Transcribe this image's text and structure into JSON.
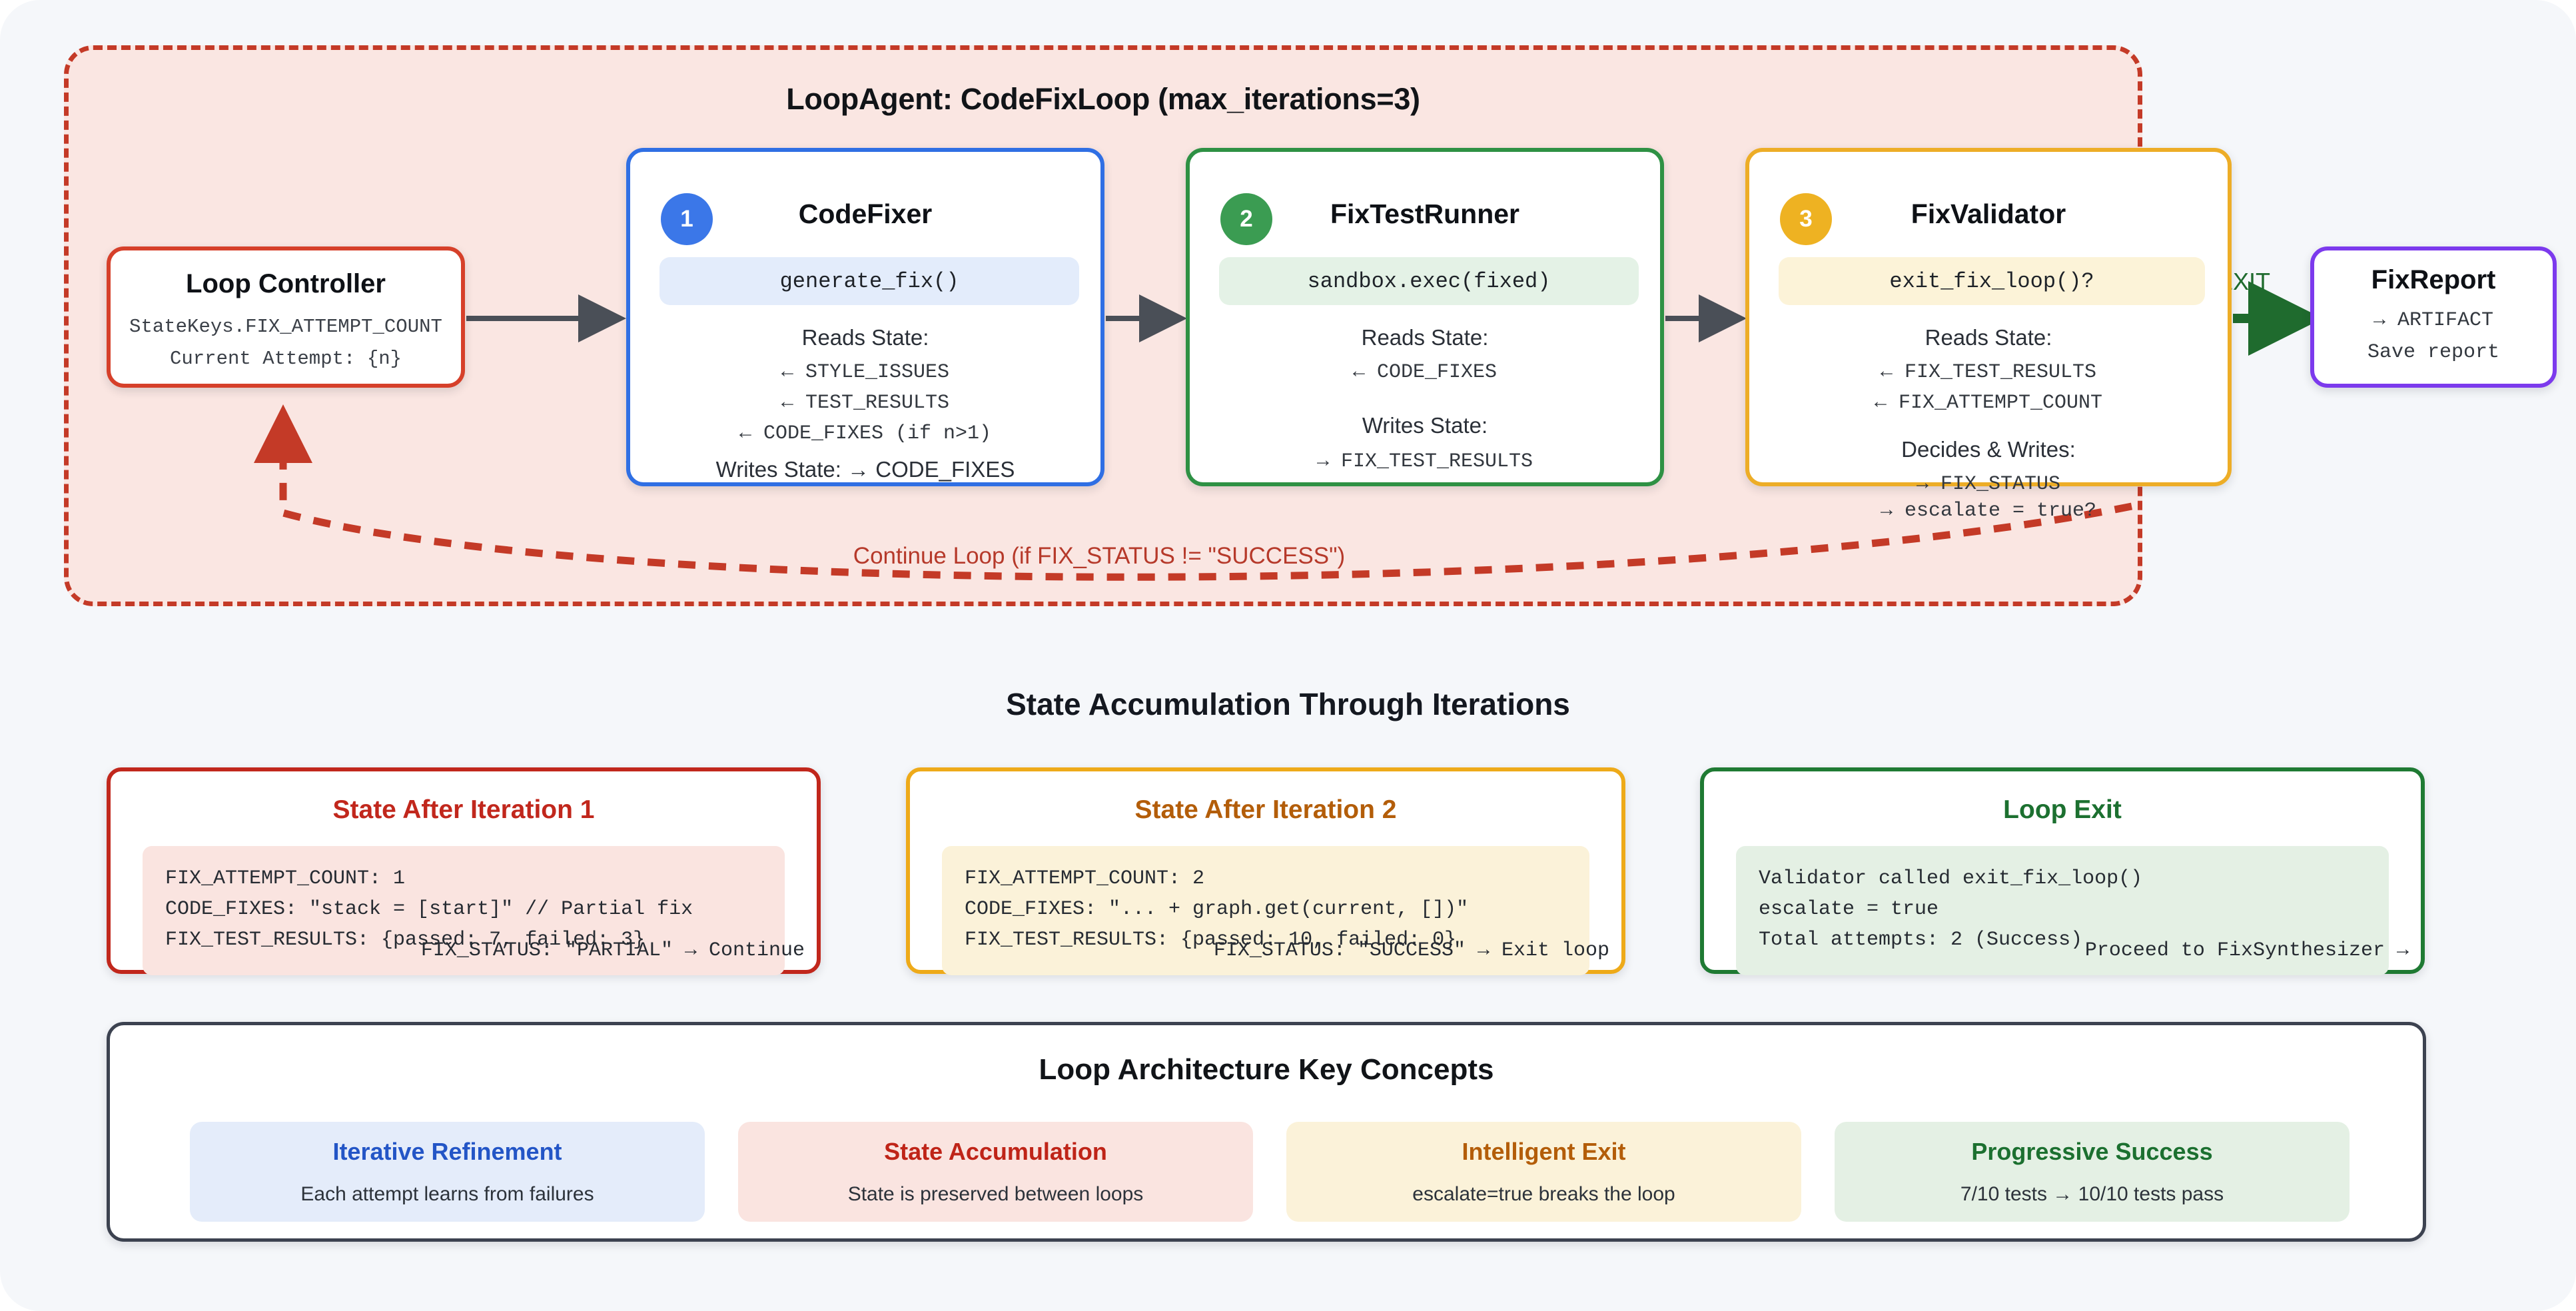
{
  "loop": {
    "title": "LoopAgent: CodeFixLoop (max_iterations=3)",
    "continue_label": "Continue Loop (if FIX_STATUS != \"SUCCESS\")",
    "exit_label": "EXIT"
  },
  "controller": {
    "title": "Loop Controller",
    "line1": "StateKeys.FIX_ATTEMPT_COUNT",
    "line2": "Current Attempt: {n}"
  },
  "steps": [
    {
      "badge": "1",
      "title": "CodeFixer",
      "code": "generate_fix()",
      "reads_label": "Reads State:",
      "reads": [
        "← STYLE_ISSUES",
        "← TEST_RESULTS",
        "← CODE_FIXES (if n>1)"
      ],
      "writes_label": "Writes State: → CODE_FIXES"
    },
    {
      "badge": "2",
      "title": "FixTestRunner",
      "code": "sandbox.exec(fixed)",
      "reads_label": "Reads State:",
      "reads": [
        "← CODE_FIXES"
      ],
      "writes_label": "Writes State:",
      "writes": [
        "→ FIX_TEST_RESULTS"
      ]
    },
    {
      "badge": "3",
      "title": "FixValidator",
      "code": "exit_fix_loop()?",
      "reads_label": "Reads State:",
      "reads": [
        "← FIX_TEST_RESULTS",
        "← FIX_ATTEMPT_COUNT"
      ],
      "writes_label": "Decides & Writes:",
      "writes": [
        "→ FIX_STATUS"
      ],
      "overflow": "→ escalate = true?"
    }
  ],
  "report": {
    "title": "FixReport",
    "line1": "→ ARTIFACT",
    "line2": "Save report"
  },
  "section": {
    "heading": "State Accumulation Through Iterations"
  },
  "state_cards": [
    {
      "title": "State After Iteration 1",
      "lines": [
        "FIX_ATTEMPT_COUNT: 1",
        "CODE_FIXES: \"stack = [start]\" // Partial fix",
        "FIX_TEST_RESULTS: {passed: 7, failed: 3}"
      ],
      "footer": "FIX_STATUS: \"PARTIAL\" → Continue"
    },
    {
      "title": "State After Iteration 2",
      "lines": [
        "FIX_ATTEMPT_COUNT: 2",
        "CODE_FIXES: \"... + graph.get(current, [])\"",
        "FIX_TEST_RESULTS: {passed: 10, failed: 0}"
      ],
      "footer": "FIX_STATUS: \"SUCCESS\" → Exit loop"
    },
    {
      "title": "Loop Exit",
      "lines": [
        "Validator called exit_fix_loop()",
        "escalate = true",
        "Total attempts: 2 (Success)"
      ],
      "footer": "Proceed to FixSynthesizer →"
    }
  ],
  "key_concepts": {
    "title": "Loop Architecture Key Concepts",
    "items": [
      {
        "heading": "Iterative Refinement",
        "sub": "Each attempt learns from failures"
      },
      {
        "heading": "State Accumulation",
        "sub": "State is preserved between loops"
      },
      {
        "heading": "Intelligent Exit",
        "sub": "escalate=true breaks the loop"
      },
      {
        "heading": "Progressive Success",
        "sub": "7/10 tests → 10/10 tests pass"
      }
    ]
  },
  "colors": {
    "loop_border": "#c43a27",
    "loop_fill": "#fae6e2",
    "step1": "#2f6fe4",
    "step2": "#2e9144",
    "step3": "#edad27",
    "report": "#7c3aed",
    "exit": "#1f6b2e",
    "page_bg": "#f5f7fa"
  }
}
